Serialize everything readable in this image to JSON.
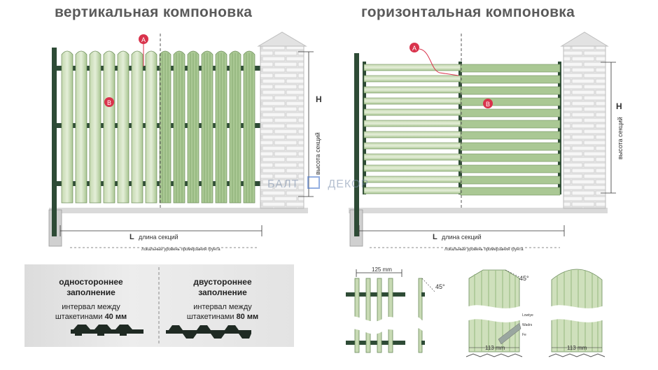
{
  "titles": {
    "vertical": "вертикальная компоновка",
    "horizontal": "горизонтальная компоновка"
  },
  "markers": {
    "a": "A",
    "b": "B"
  },
  "dimensions": {
    "height_letter": "H",
    "height_label": "высота секций",
    "length_letter": "L",
    "length_label": "длина секций",
    "ground_label": "локальный уровень промерзания грунта"
  },
  "fill": {
    "single_title_1": "одностороннее",
    "single_title_2": "заполнение",
    "single_text_1": "интервал между",
    "single_text_2": "штакетинами",
    "single_value": "40 мм",
    "double_title_1": "двустороннее",
    "double_title_2": "заполнение",
    "double_text_1": "интервал между",
    "double_text_2": "штакетинами",
    "double_value": "80 мм"
  },
  "details": {
    "spacing": "125 mm",
    "angle_side": "45°",
    "angle_top": "45°",
    "width_left": "113 mm",
    "width_right": "113 mm",
    "layer_1": "Lowtye",
    "layer_2": "Wadrs",
    "layer_3": "Fe"
  },
  "watermark": {
    "left": "БАЛТ",
    "right": "ДЕКОР"
  },
  "colors": {
    "picket_light": "#d4e3c2",
    "picket_dark": "#9fbf88",
    "post": "#2e4b36",
    "brick": "#e6e6e6",
    "marker": "#d9334c"
  }
}
